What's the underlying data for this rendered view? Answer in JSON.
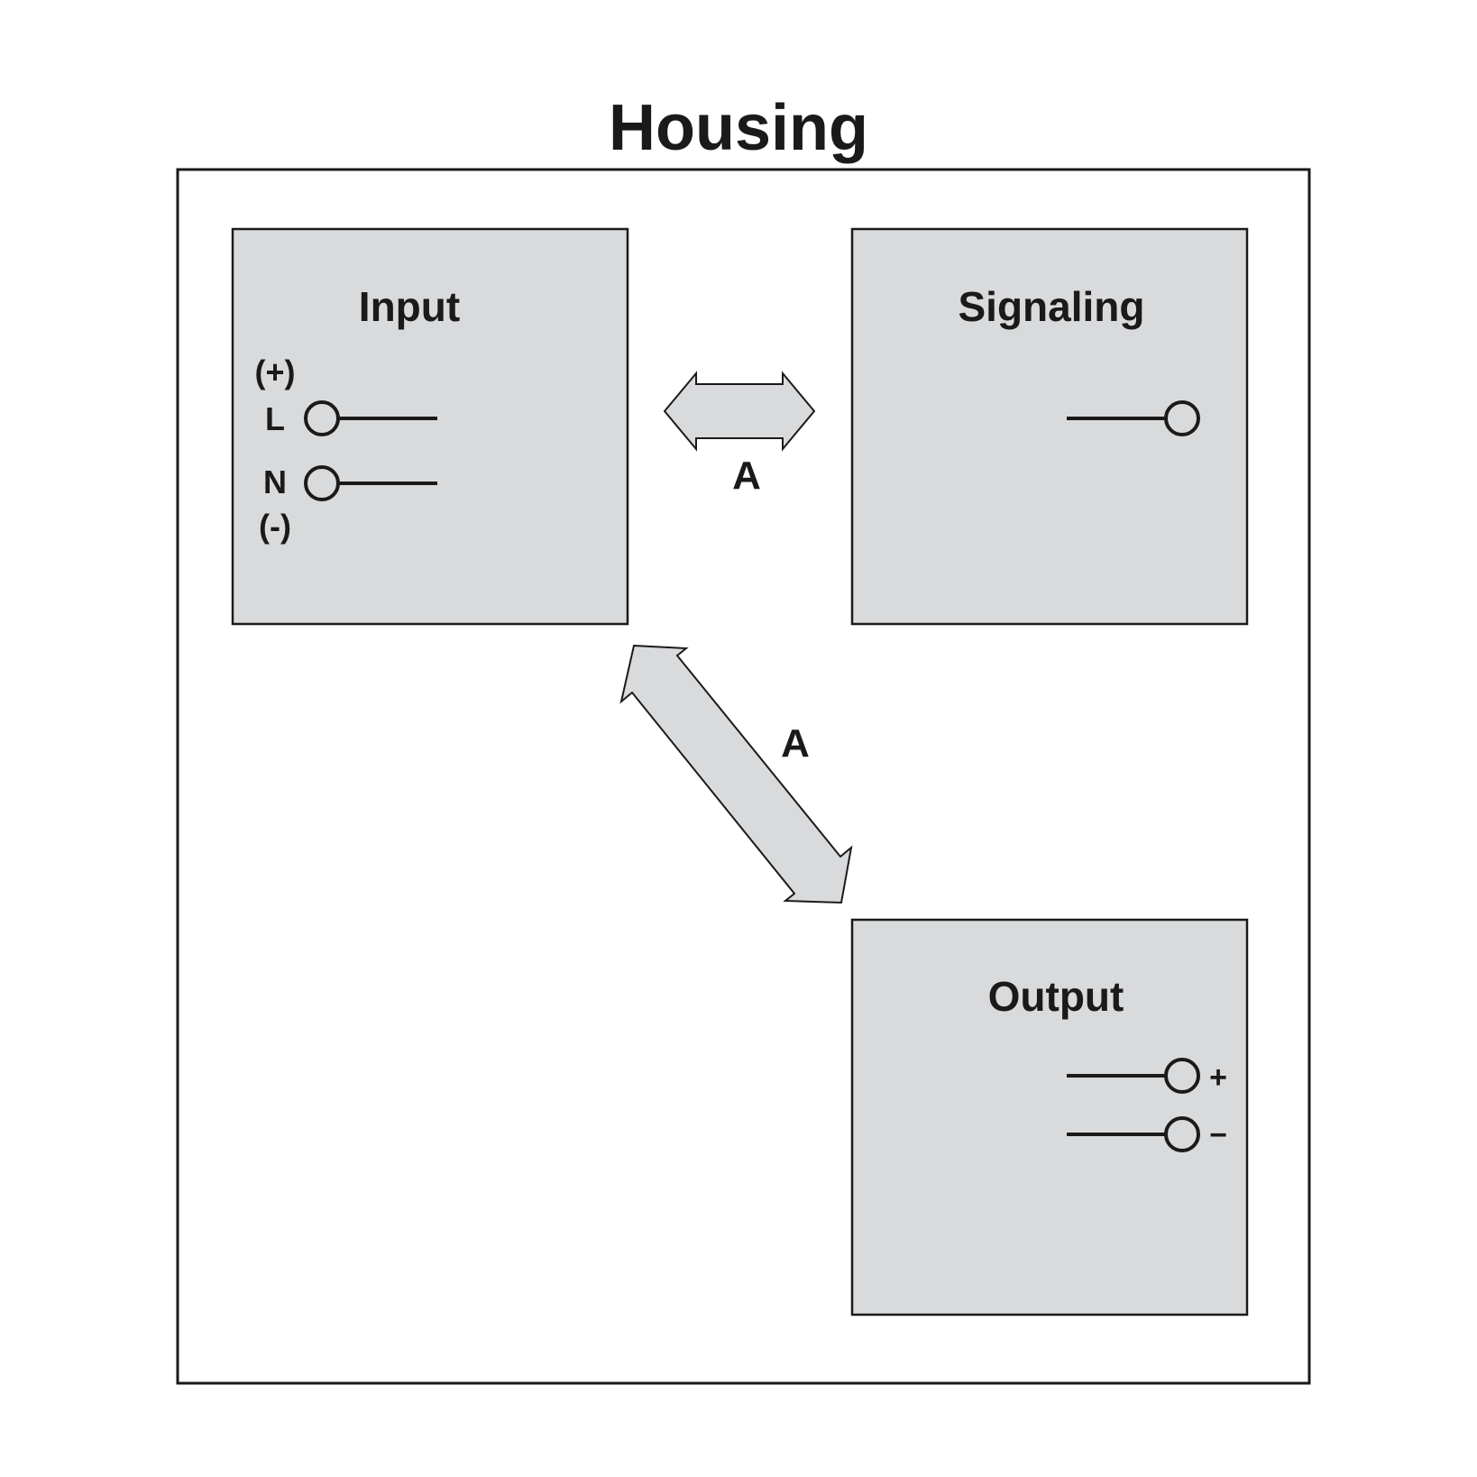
{
  "housing": {
    "title": "Housing"
  },
  "input": {
    "title": "Input",
    "plus_label": "(+)",
    "l_label": "L",
    "n_label": "N",
    "minus_label": "(-)"
  },
  "signaling": {
    "title": "Signaling"
  },
  "output": {
    "title": "Output",
    "plus_label": "+",
    "minus_label": "−"
  },
  "connections": {
    "input_signaling_label": "A",
    "input_output_label": "A"
  },
  "colors": {
    "box_fill": "#d9dadc",
    "stroke": "#1a1a1a",
    "background": "#ffffff"
  }
}
